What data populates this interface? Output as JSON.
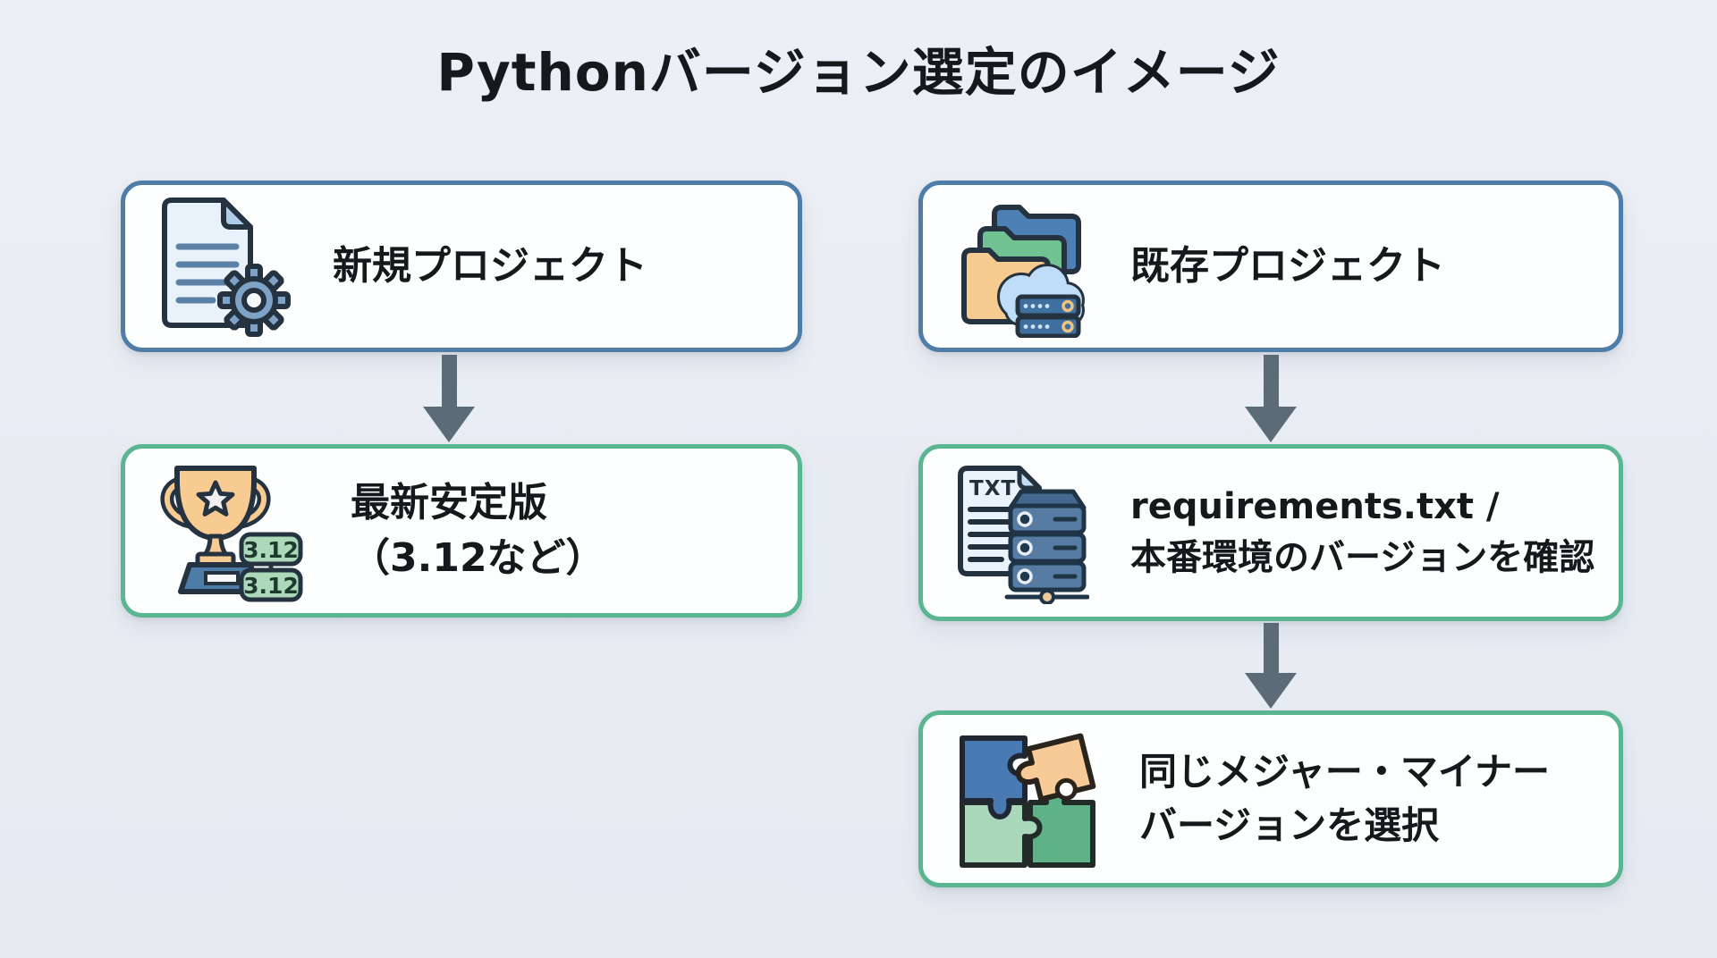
{
  "title": "Pythonバージョン選定のイメージ",
  "nodes": {
    "new_project": {
      "lines": [
        "新規プロジェクト"
      ]
    },
    "latest_stable": {
      "lines": [
        "最新安定版",
        "（3.12など）"
      ]
    },
    "existing_project": {
      "lines": [
        "既存プロジェクト"
      ]
    },
    "check_requirements": {
      "lines": [
        "requirements.txt /",
        "本番環境のバージョンを確認"
      ]
    },
    "select_same_version": {
      "lines": [
        "同じメジャー・マイナー",
        "バージョンを選択"
      ]
    }
  },
  "icons": {
    "txt_label": "TXT",
    "version_badges": [
      "3.12",
      "3.12"
    ]
  },
  "colors": {
    "background": "#e9edf4",
    "box_fill": "#fdfefe",
    "blue_border": "#4e7da7",
    "green_border": "#59b690",
    "arrow": "#5b6b77",
    "text": "#15191c",
    "badge_green": "#abd9ba"
  }
}
